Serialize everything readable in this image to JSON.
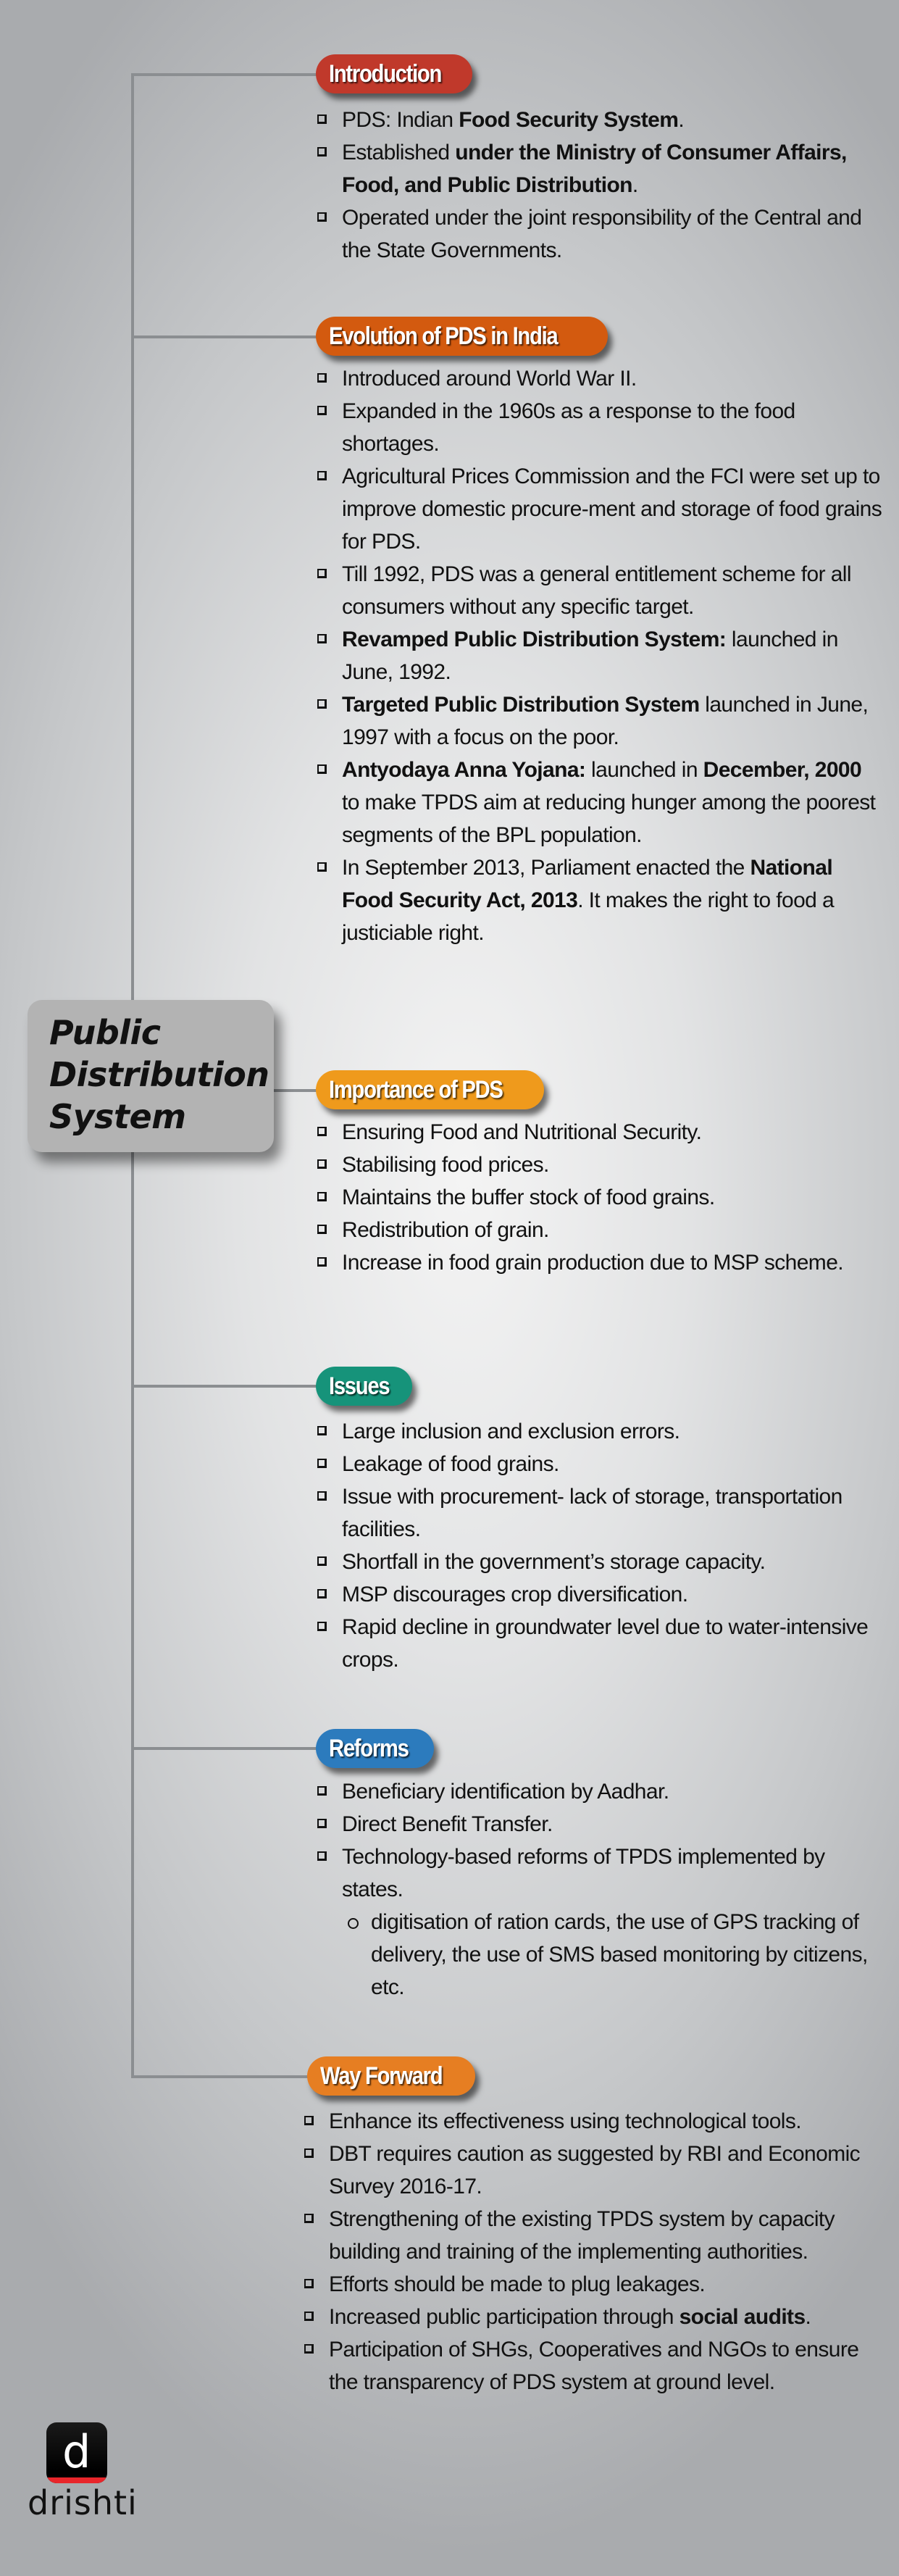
{
  "central_topic": {
    "lines": [
      "Public",
      "Distribution",
      "System"
    ],
    "fill_color": "#b3b3b3"
  },
  "sections": {
    "introduction": {
      "label": "Introduction",
      "color": "#c0392b",
      "items": [
        {
          "parts": [
            {
              "t": "PDS: Indian "
            },
            {
              "t": "Food Security System",
              "b": true
            },
            {
              "t": "."
            }
          ]
        },
        {
          "parts": [
            {
              "t": "Established "
            },
            {
              "t": "under the Ministry of Consumer Affairs, Food, and Public Distribution",
              "b": true
            },
            {
              "t": "."
            }
          ]
        },
        {
          "parts": [
            {
              "t": "Operated under the joint responsibility of the Central and the State Governments."
            }
          ]
        }
      ]
    },
    "evolution": {
      "label": "Evolution of PDS in India",
      "color": "#d35a0f",
      "items": [
        {
          "parts": [
            {
              "t": "Introduced around World War II."
            }
          ]
        },
        {
          "parts": [
            {
              "t": "Expanded in the 1960s as a response to the food shortages."
            }
          ]
        },
        {
          "parts": [
            {
              "t": "Agricultural Prices Commission and the FCI were set up to improve domestic procure-ment and storage of food grains for PDS."
            }
          ]
        },
        {
          "parts": [
            {
              "t": "Till 1992, PDS was a general entitlement scheme for all consumers without any specific target."
            }
          ]
        },
        {
          "parts": [
            {
              "t": "Revamped Public Distribution System:",
              "b": true
            },
            {
              "t": " launched in June, 1992."
            }
          ]
        },
        {
          "parts": [
            {
              "t": "Targeted Public Distribution System",
              "b": true
            },
            {
              "t": " launched in June, 1997 with a focus on the poor."
            }
          ]
        },
        {
          "parts": [
            {
              "t": "Antyodaya Anna Yojana:",
              "b": true
            },
            {
              "t": " launched in "
            },
            {
              "t": "December, 2000",
              "b": true
            },
            {
              "t": " to make TPDS aim at reducing hunger among the poorest segments of the BPL population."
            }
          ]
        },
        {
          "parts": [
            {
              "t": "In September 2013, Parliament enacted the "
            },
            {
              "t": "National Food Security Act, 2013",
              "b": true
            },
            {
              "t": ". It makes the right to food a justiciable right."
            }
          ]
        }
      ]
    },
    "importance": {
      "label": "Importance of PDS",
      "color": "#ef9a1c",
      "items": [
        {
          "parts": [
            {
              "t": "Ensuring Food and Nutritional Security."
            }
          ]
        },
        {
          "parts": [
            {
              "t": "Stabilising food prices."
            }
          ]
        },
        {
          "parts": [
            {
              "t": "Maintains the buffer stock of food grains."
            }
          ]
        },
        {
          "parts": [
            {
              "t": "Redistribution of grain."
            }
          ]
        },
        {
          "parts": [
            {
              "t": "Increase in food grain production due to MSP scheme."
            }
          ]
        }
      ]
    },
    "issues": {
      "label": "Issues",
      "color": "#16937a",
      "items": [
        {
          "parts": [
            {
              "t": "Large inclusion and exclusion errors."
            }
          ]
        },
        {
          "parts": [
            {
              "t": "Leakage of food grains."
            }
          ]
        },
        {
          "parts": [
            {
              "t": "Issue with procurement- lack of storage, transportation facilities."
            }
          ]
        },
        {
          "parts": [
            {
              "t": "Shortfall in the government’s storage capacity."
            }
          ]
        },
        {
          "parts": [
            {
              "t": "MSP discourages crop diversification."
            }
          ]
        },
        {
          "parts": [
            {
              "t": "Rapid decline in groundwater level due to water-intensive crops."
            }
          ]
        }
      ]
    },
    "reforms": {
      "label": "Reforms",
      "color": "#2c7bbd",
      "items": [
        {
          "parts": [
            {
              "t": "Beneficiary identification by Aadhar."
            }
          ]
        },
        {
          "parts": [
            {
              "t": "Direct Benefit Transfer."
            }
          ]
        },
        {
          "parts": [
            {
              "t": "Technology-based reforms of TPDS implemented by states."
            }
          ]
        },
        {
          "sub": true,
          "parts": [
            {
              "t": "digitisation of ration cards, the use of GPS tracking of delivery, the use of SMS based monitoring by citizens, etc."
            }
          ]
        }
      ]
    },
    "way_forward": {
      "label": "Way Forward",
      "color": "#e67e22",
      "items": [
        {
          "parts": [
            {
              "t": "Enhance its effectiveness using technological tools."
            }
          ]
        },
        {
          "parts": [
            {
              "t": "DBT requires caution as suggested by RBI and Economic Survey 2016-17."
            }
          ]
        },
        {
          "parts": [
            {
              "t": "Strengthening of the existing TPDS system by capacity building and training of the implementing authorities."
            }
          ]
        },
        {
          "parts": [
            {
              "t": "Efforts should be made to plug leakages."
            }
          ]
        },
        {
          "parts": [
            {
              "t": "Increased public participation through "
            },
            {
              "t": "social audits",
              "b": true
            },
            {
              "t": "."
            }
          ]
        },
        {
          "parts": [
            {
              "t": "Participation of SHGs, Cooperatives and NGOs to ensure the transparency of PDS system at ground level."
            }
          ]
        }
      ]
    }
  },
  "logo": {
    "mark_letter": "d",
    "wordmark": "drishti",
    "accent_color": "#e8262b"
  }
}
